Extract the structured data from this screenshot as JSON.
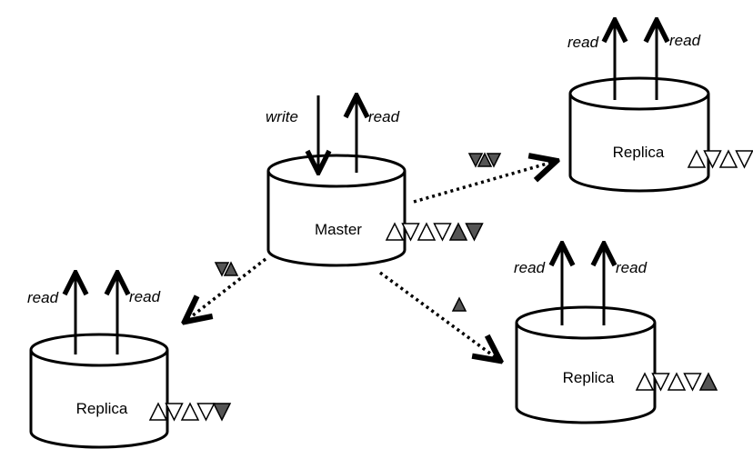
{
  "nodes": {
    "master": {
      "label": "Master",
      "write_label": "write",
      "read_label": "read",
      "queue": [
        "white-up",
        "white-down",
        "white-up",
        "white-down",
        "dark-up",
        "dark-down"
      ]
    },
    "replica_tr": {
      "label": "Replica",
      "read_labels": [
        "read",
        "read"
      ],
      "queue": [
        "white-up",
        "white-down",
        "white-up",
        "white-down"
      ]
    },
    "replica_br": {
      "label": "Replica",
      "read_labels": [
        "read",
        "read"
      ],
      "queue": [
        "white-up",
        "white-down",
        "white-up",
        "white-down",
        "dark-up"
      ]
    },
    "replica_bl": {
      "label": "Replica",
      "read_labels": [
        "read",
        "read"
      ],
      "queue": [
        "white-up",
        "white-down",
        "white-up",
        "white-down",
        "dark-down"
      ]
    }
  },
  "edges": [
    {
      "from": "master",
      "to": "replica_tr",
      "style": "dotted",
      "in_flight": [
        "dark-down",
        "dark-up",
        "dark-down"
      ]
    },
    {
      "from": "master",
      "to": "replica_br",
      "style": "dotted",
      "in_flight": [
        "dark-up"
      ]
    },
    {
      "from": "master",
      "to": "replica_bl",
      "style": "dotted",
      "in_flight": [
        "dark-down",
        "dark-up"
      ]
    }
  ],
  "colors": {
    "stroke": "#000000",
    "dark_token": "#555555",
    "white_token": "#ffffff"
  }
}
